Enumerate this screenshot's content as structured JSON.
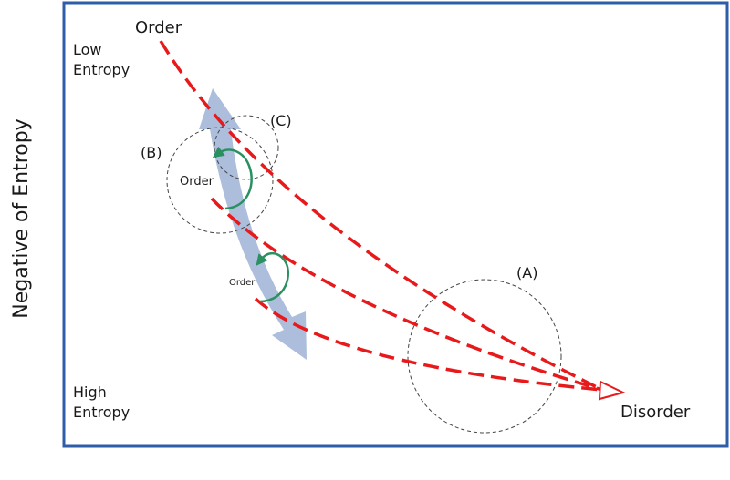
{
  "y_axis_label": "Negative of Entropy",
  "labels": {
    "order_top": "Order",
    "low_entropy_line1": "Low",
    "low_entropy_line2": "Entropy",
    "high_entropy_line1": "High",
    "high_entropy_line2": "Entropy",
    "disorder": "Disorder",
    "region_a": "(A)",
    "region_b": "(B)",
    "region_c": "(C)",
    "order_inner_1": "Order",
    "order_inner_2": "Order"
  },
  "colors": {
    "frame": "#2e5ea8",
    "curve": "#e8191b",
    "wide_arrow": "#9db3d5",
    "loop_arrow": "#2a9060",
    "circle": "#444444"
  },
  "icons": {
    "wide_arrow": "double-headed-arrow-icon",
    "loop_arrow": "circular-arrow-icon",
    "end_arrow": "hollow-arrowhead-icon"
  }
}
